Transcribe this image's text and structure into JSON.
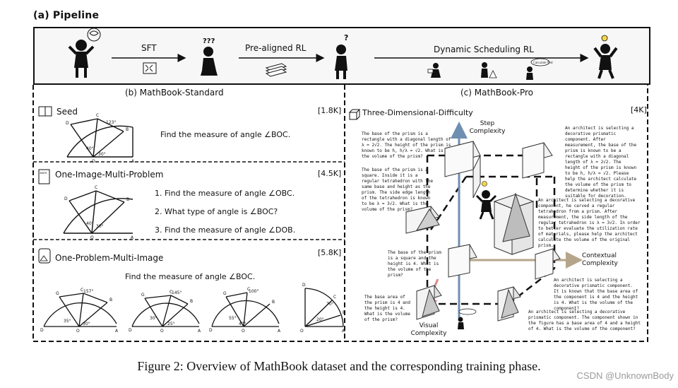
{
  "pipeline": {
    "title": "(a) Pipeline",
    "sft_label": "SFT",
    "prealigned_label": "Pre-aligned RL",
    "dynamic_label": "Dynamic Scheduling RL"
  },
  "standard": {
    "title": "(b) MathBook-Standard",
    "seed": {
      "label": "Seed",
      "count": "[1.8K]",
      "question": "Find the measure of angle ∠BOC."
    },
    "oimp": {
      "label": "One-Image-Multi-Problem",
      "count": "[4.5K]",
      "questions": [
        "1.  Find the measure of angle ∠OBC.",
        "2. What type of angle is ∠BOC?",
        "3. Find the measure of angle ∠DOB."
      ]
    },
    "opmi": {
      "label": "One-Problem-Multi-Image",
      "count": "[5.8K]",
      "question": "Find the measure of angle ∠BOC."
    }
  },
  "pro": {
    "title": "(c) MathBook-Pro",
    "count": "[4K]",
    "cube_label": "Three-Dimensional-Difficulty",
    "step_label": "Step Complexity",
    "contextual_label": "Contextual Complexity",
    "visual_label": "Visual Complexity",
    "left_texts": [
      "The base of the prism is a rectangle with a diagonal length of λ = 2√2. The height of the prism is known to be h, h/λ = √2. What is the volume of the prism?",
      "The base of the prism is a square. Inside it is a regular tetrahedron with the same base and height as the prism. The side edge length of the tetrahedron is known to be λ = 3√2. What is the volume of the prism?",
      "The base of the prism is a square and the height is 4. What is the volume of the prism?",
      "The base area of the prism is 4 and the height is 4. What is the volume of the prism?"
    ],
    "right_texts": [
      "An architect is selecting a decorative prismatic component. After measurement, the base of the prism is known to be a rectangle with a diagonal length of λ = 2√2. The height of the prism is known to be h, h/λ = √2. Please help the architect calculate the volume of the prism to determine whether it is suitable for decoration.",
      "An architect is selecting a decorative component, he carved a regular tetrahedron from a prism. After measurement, the side length of the regular tetrahedron is λ = 3√2. In order to better evaluate the utilization rate of materials, please help the architect calculate the volume of the original prism.",
      "An architect is selecting a decorative prismatic component. It is known that the base area of the component is 4 and the height is 4. What is the volume of the component?",
      "An architect is selecting a decorative prismatic component. The component shown in the figure has a base area of 4 and a height of 4. What is the volume of the component?"
    ]
  },
  "caption": "Figure 2: Overview of MathBook dataset and the corresponding training phase.",
  "watermark": "CSDN @UnknownBody"
}
